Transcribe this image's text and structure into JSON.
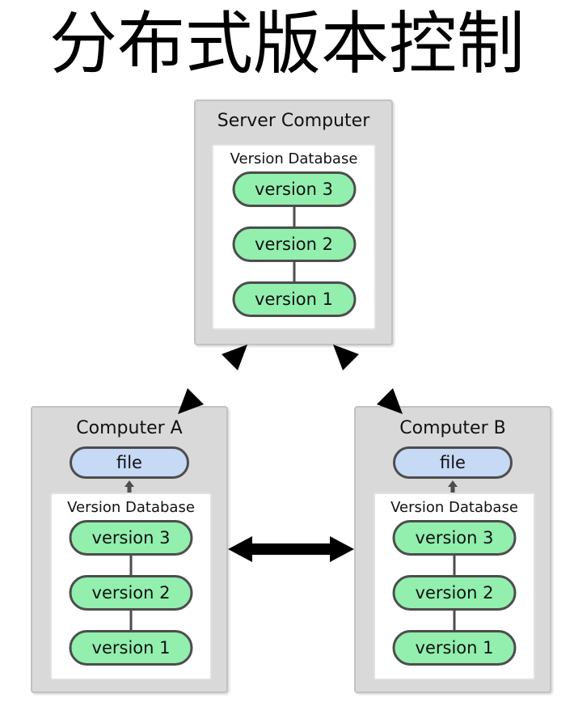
{
  "page": {
    "title": "分布式版本控制",
    "background": "#ffffff"
  },
  "colors": {
    "machine_fill": "#d9d9d9",
    "machine_border": "#c2c2c2",
    "database_fill": "#ffffff",
    "database_border": "#e2e2e2",
    "version_fill": "#92efae",
    "file_fill": "#c6d9f5",
    "node_border": "#4d4d4d",
    "arrow": "#000000",
    "text": "#111111"
  },
  "nodes": {
    "server": {
      "label": "Server  Computer",
      "database": {
        "label": "Version Database",
        "versions": [
          {
            "label": "version 3"
          },
          {
            "label": "version 2"
          },
          {
            "label": "version 1"
          }
        ]
      }
    },
    "computer_a": {
      "label": "Computer  A",
      "file": {
        "label": "file"
      },
      "database": {
        "label": "Version Database",
        "versions": [
          {
            "label": "version 3"
          },
          {
            "label": "version 2"
          },
          {
            "label": "version 1"
          }
        ]
      }
    },
    "computer_b": {
      "label": "Computer  B",
      "file": {
        "label": "file"
      },
      "database": {
        "label": "Version Database",
        "versions": [
          {
            "label": "version 3"
          },
          {
            "label": "version 2"
          },
          {
            "label": "version 1"
          }
        ]
      }
    }
  },
  "connectors": [
    {
      "name": "server-to-computer-a",
      "style": "double-headed",
      "orientation": "diagonal"
    },
    {
      "name": "server-to-computer-b",
      "style": "double-headed",
      "orientation": "diagonal"
    },
    {
      "name": "computer-a-to-computer-b",
      "style": "double-headed",
      "orientation": "horizontal"
    },
    {
      "name": "database-to-file-a",
      "style": "single-headed",
      "orientation": "vertical-up"
    },
    {
      "name": "database-to-file-b",
      "style": "single-headed",
      "orientation": "vertical-up"
    }
  ]
}
